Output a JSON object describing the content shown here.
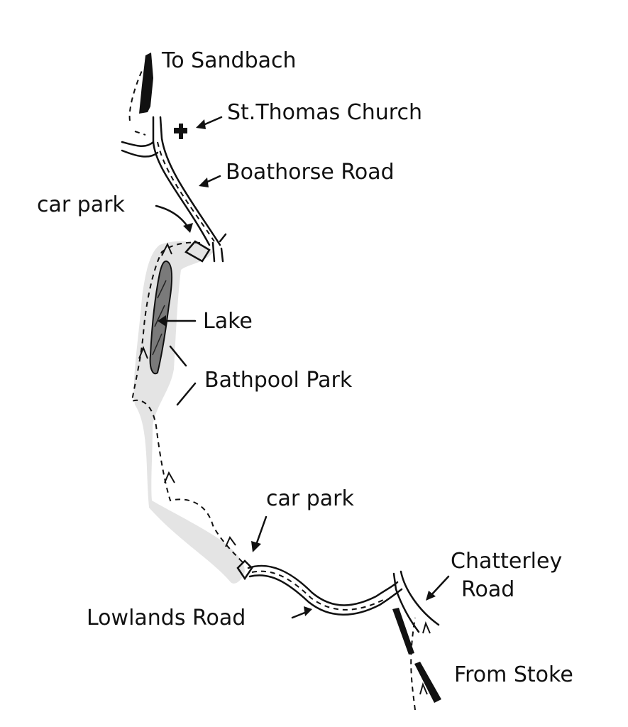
{
  "map": {
    "style": "hand-drawn sketch",
    "colors": {
      "ink": "#111111",
      "park": "#e4e4e4",
      "lake": "#7a7a7a",
      "background": "#ffffff"
    },
    "labels": {
      "to_sandbach": "To Sandbach",
      "church": "St.Thomas Church",
      "boathorse_road": "Boathorse Road",
      "car_park_north": "car park",
      "lake": "Lake",
      "bathpool_park": "Bathpool Park",
      "car_park_south": "car park",
      "chatterley_road_1": "Chatterley",
      "chatterley_road_2": "Road",
      "lowlands_road": "Lowlands Road",
      "from_stoke": "From Stoke"
    }
  }
}
